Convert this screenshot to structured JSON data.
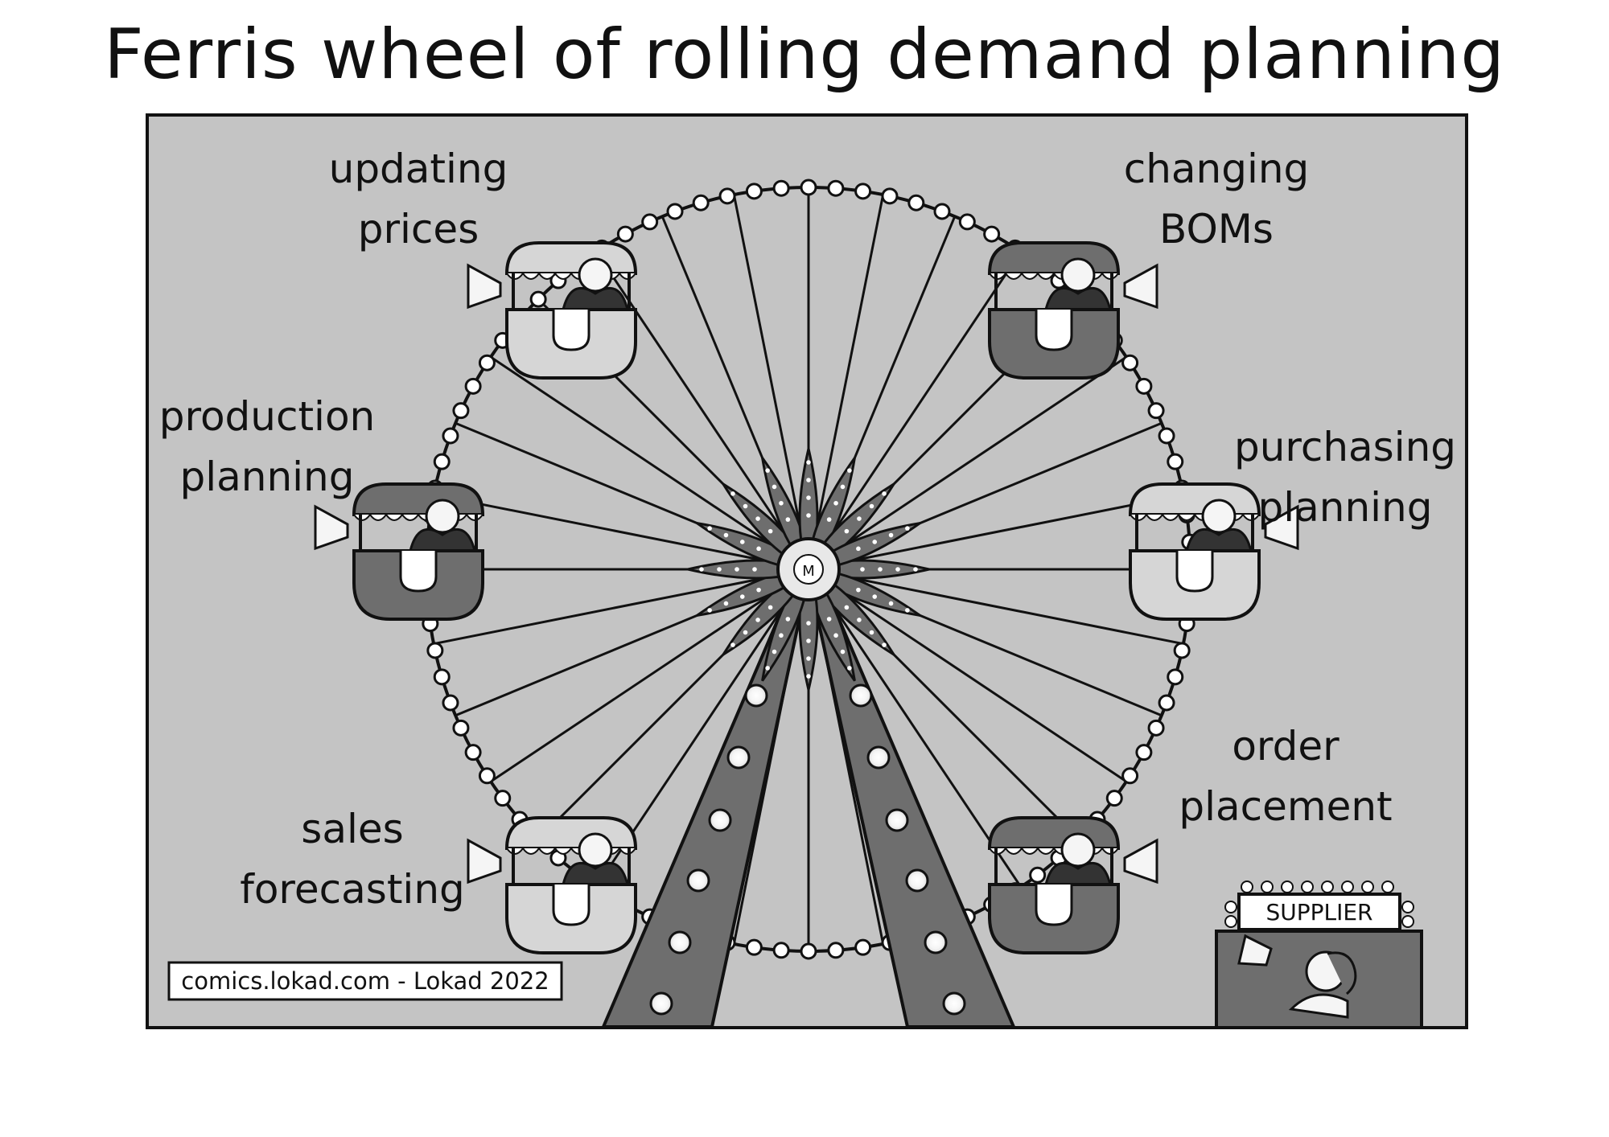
{
  "title": "Ferris wheel of rolling demand planning",
  "cabins": [
    {
      "id": "updating-prices",
      "label_lines": [
        "updating",
        "prices"
      ]
    },
    {
      "id": "changing-boms",
      "label_lines": [
        "changing",
        "BOMs"
      ]
    },
    {
      "id": "production-planning",
      "label_lines": [
        "production",
        "planning"
      ]
    },
    {
      "id": "purchasing-planning",
      "label_lines": [
        "purchasing",
        "planning"
      ]
    },
    {
      "id": "sales-forecasting",
      "label_lines": [
        "sales",
        "forecasting"
      ]
    },
    {
      "id": "order-placement",
      "label_lines": [
        "order",
        "placement"
      ]
    }
  ],
  "supplier_sign": "SUPPLIER",
  "credit": "comics.lokad.com - Lokad 2022",
  "hub_logo": "M",
  "colors": {
    "panel_bg": "#c4c4c4",
    "dark_gray": "#6e6e6e",
    "ink": "#111111",
    "light": "#f2f2f2"
  }
}
